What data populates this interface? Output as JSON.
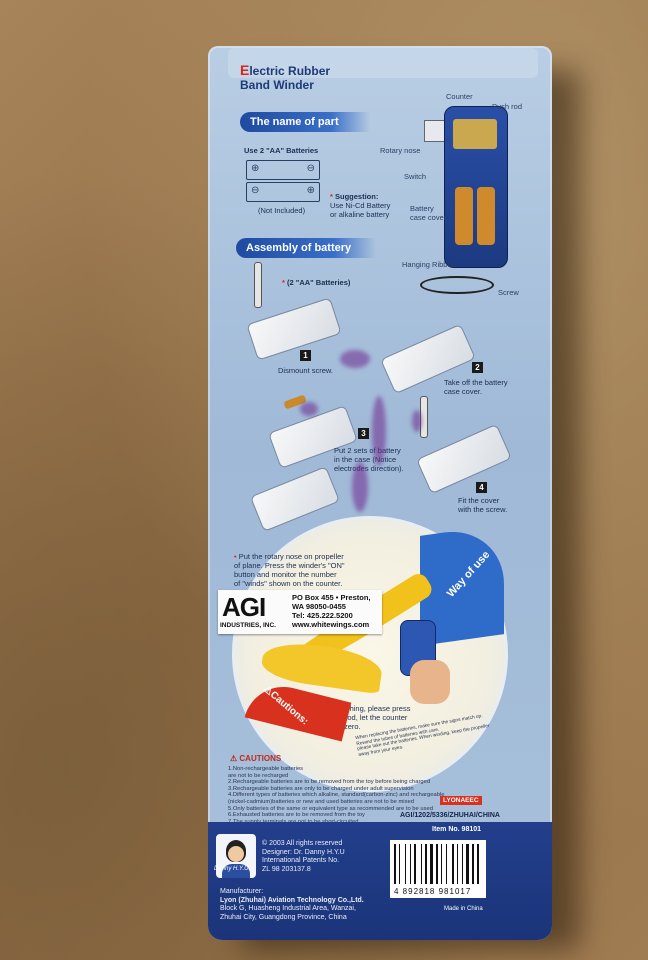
{
  "product": {
    "title_first_letter": "E",
    "title_line1_rest": "lectric Rubber",
    "title_line2": "Band Winder"
  },
  "parts": {
    "header": "The name of part",
    "battery_note": "Use 2 \"AA\" Batteries",
    "not_included": "(Not Included)",
    "suggestion_title": "Suggestion:",
    "suggestion_line1": "Use Ni-Cd Battery",
    "suggestion_line2": "or alkaline battery",
    "labels": {
      "counter": "Counter",
      "push_rod": "Push rod",
      "rotary_nose": "Rotary nose",
      "switch": "Switch",
      "battery_cover_1": "Battery",
      "battery_cover_2": "case cover",
      "hanging_ribbon": "Hanging Ribbon",
      "screw": "Screw"
    }
  },
  "assembly": {
    "header": "Assembly of battery",
    "batteries_note": "(2 \"AA\" Batteries)",
    "steps": [
      {
        "num": "1",
        "text1": "Dismount screw.",
        "text2": ""
      },
      {
        "num": "2",
        "text1": "Take off the battery",
        "text2": "case cover."
      },
      {
        "num": "3",
        "text1": "Put 2 sets of battery",
        "text2": "in the case (Notice",
        "text3": "electrodes direction)."
      },
      {
        "num": "4",
        "text1": "Fit the cover",
        "text2": "with the screw."
      }
    ]
  },
  "way_of_use": {
    "header": "Way of use",
    "instruction1": "Put the rotary nose on propeller",
    "instruction2": "of plane. Press the winder's \"ON\"",
    "instruction3": "button and monitor the number",
    "instruction4": "of \"winds\" shown on the counter.",
    "after1": "After finishing, please press",
    "after2": "the push rod, let the counter",
    "after3": "return to zero.",
    "cautions_banner": "Cautions:",
    "caution_note1": "When replacing the batteries, make sure the signs match up. Rewind the tubes of batteries with care,",
    "caution_note2": "please take out the batteries. When winding, keep the propeller away from your eyes."
  },
  "sticker": {
    "logo": "AGI",
    "company": "INDUSTRIES, INC.",
    "address1": "PO Box 455 • Preston,",
    "address2": "WA 98050-0455",
    "tel": "Tel: 425.222.5200",
    "web": "www.whitewings.com"
  },
  "cautions": {
    "header": "CAUTIONS",
    "items": [
      "1.Non-rechargeable batteries",
      "   are not to be recharged",
      "2.Rechargeable batteries are to be removed from the toy before being charged",
      "3.Rechargeable batteries are only to be charged under adult supervision",
      "4.Different types of batteries which alkaline, standard(carbon-zinc) and rechargeable",
      "   (nickel-cadmium)batteries or new and used batteries are not to be mixed",
      "5.Only batteries of the same or equivalent type as recommended are to be used",
      "6.Exhausted batteries are to be removed from the toy",
      "7.The supply terminals are not to be short-circuited"
    ],
    "brand": "LYONAEEC",
    "code": "AGI/1202/5336/ZHUHAI/CHINA"
  },
  "footer": {
    "item_no": "Item No. 98101",
    "copyright": "© 2003  All rights reserved",
    "designer": "Designer: Dr. Danny H.Y.U",
    "patents1": "International Patents No.",
    "patents2": "ZL 98 203137.8",
    "signature": "Danny H.Y.U.",
    "manufacturer_label": "Manufacturer:",
    "manufacturer_name": "Lyon (Zhuhai) Aviation Technology Co.,Ltd.",
    "address1": "Block G, Huasheng Industrial Area, Wanzai,",
    "address2": "Zhuhai City, Guangdong Province, China",
    "barcode_digits": "4 892818 981017",
    "made_in": "Made in China"
  },
  "colors": {
    "card_blue": "#a8c0da",
    "header_blue": "#1e4aa0",
    "caution_red": "#d8321f",
    "footer_navy": "#1b3479"
  }
}
